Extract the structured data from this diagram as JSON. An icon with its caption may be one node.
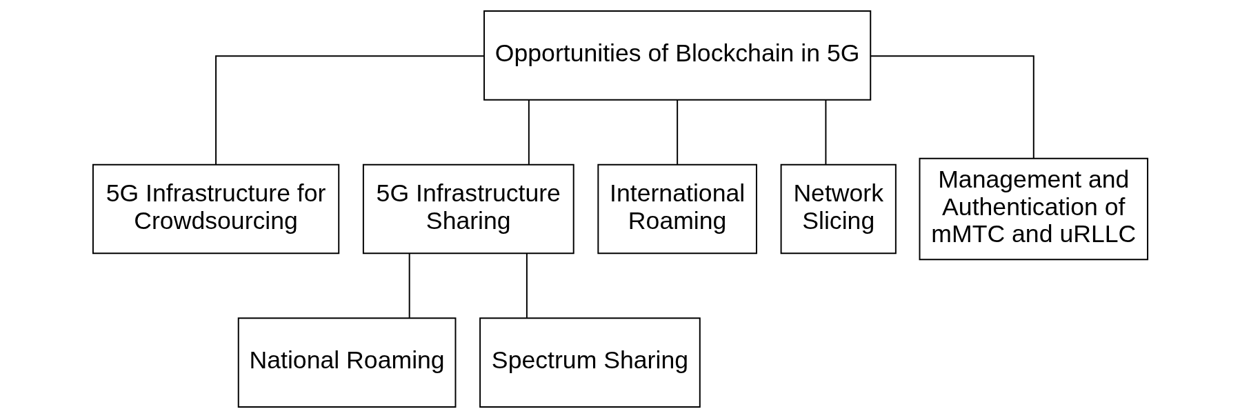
{
  "diagram": {
    "nodes": [
      {
        "text": [
          "Opportunities of Blockchain in 5G"
        ]
      },
      {
        "text": [
          "5G Infrastructure for Crowdsourcing"
        ]
      },
      {
        "text": [
          "5G Infrastructure Sharing"
        ]
      },
      {
        "text": [
          "International Roaming"
        ]
      },
      {
        "text": [
          "Network Slicing"
        ]
      },
      {
        "text": [
          "Management and Authentication of mMTC and uRLLC"
        ]
      },
      {
        "text": [
          "National Roaming"
        ]
      },
      {
        "text": [
          "Spectrum Sharing"
        ]
      }
    ],
    "edges": [
      {
        "from": 0,
        "to": 1,
        "arrow": "none"
      },
      {
        "from": 0,
        "to": 2,
        "arrow": "none"
      },
      {
        "from": 0,
        "to": 3,
        "arrow": "none"
      },
      {
        "from": 0,
        "to": 4,
        "arrow": "none"
      },
      {
        "from": 0,
        "to": 5,
        "arrow": "none"
      },
      {
        "from": 2,
        "to": 6,
        "arrow": "none"
      },
      {
        "from": 2,
        "to": 7,
        "arrow": "none"
      }
    ]
  }
}
